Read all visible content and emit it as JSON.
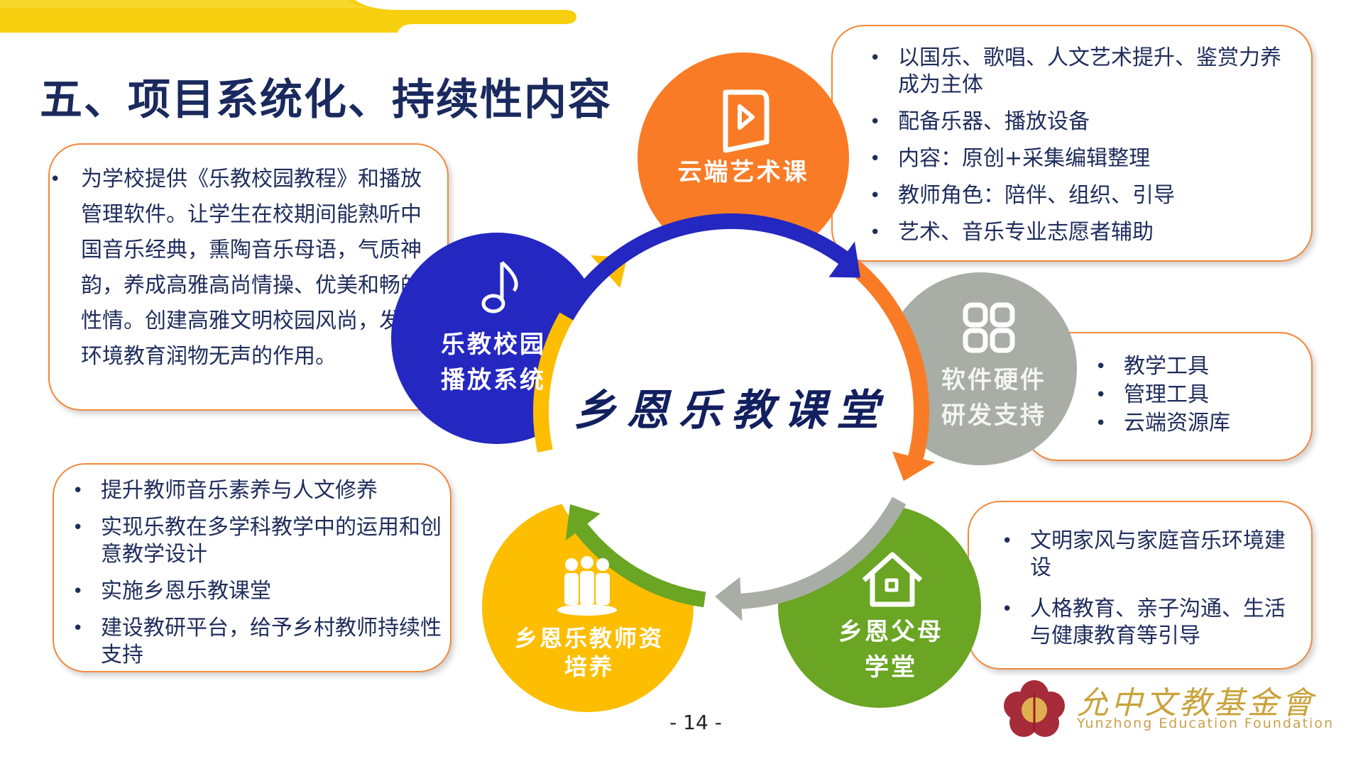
{
  "title": "五、项目系统化、持续性内容",
  "colors": {
    "blue": "#2427c0",
    "orange": "#f97b26",
    "gray": "#a8ada5",
    "green": "#6aa523",
    "yellow": "#fdbd00",
    "navy": "#1f2d5c",
    "banner": "#f6cf0f"
  },
  "center": {
    "label": "乡恩乐教课堂"
  },
  "nodes": {
    "cloud_art": {
      "label": "云端艺术课",
      "icon": "video-book-icon"
    },
    "campus_broadcast": {
      "label_line1": "乐教校园",
      "label_line2": "播放系统",
      "icon": "music-note-icon"
    },
    "software_hardware": {
      "label_line1": "软件硬件",
      "label_line2": "研发支持",
      "icon": "grid-icon"
    },
    "parents_school": {
      "label_line1": "乡恩父母",
      "label_line2": "学堂",
      "icon": "house-icon"
    },
    "teacher_training": {
      "label_line1": "乡恩乐教师资",
      "label_line2": "培养",
      "icon": "people-icon"
    }
  },
  "boxes": {
    "campus": {
      "text": "为学校提供《乐教校园教程》和播放管理软件。让学生在校期间能熟听中国音乐经典，熏陶音乐母语，气质神韵，养成高雅高尚情操、优美和畅的性情。创建高雅文明校园风尚，发挥环境教育润物无声的作用。"
    },
    "cloud_art": {
      "items": [
        "以国乐、歌唱、人文艺术提升、鉴赏力养成为主体",
        "配备乐器、播放设备",
        "内容：原创+采集编辑整理",
        "教师角色：陪伴、组织、引导",
        "艺术、音乐专业志愿者辅助"
      ]
    },
    "software": {
      "items": [
        "教学工具",
        "管理工具",
        "云端资源库"
      ]
    },
    "parents": {
      "items": [
        "文明家风与家庭音乐环境建设",
        "人格教育、亲子沟通、生活与健康教育等引导"
      ]
    },
    "teachers": {
      "items": [
        "提升教师音乐素养与人文修养",
        "实现乐教在多学科教学中的运用和创意教学设计",
        "实施乡恩乐教课堂",
        "建设教研平台，给予乡村教师持续性支持"
      ]
    }
  },
  "page_number": "- 14 -",
  "logo": {
    "name_cn": "允中文教基金會",
    "name_en": "Yunzhong Education Foundation"
  }
}
